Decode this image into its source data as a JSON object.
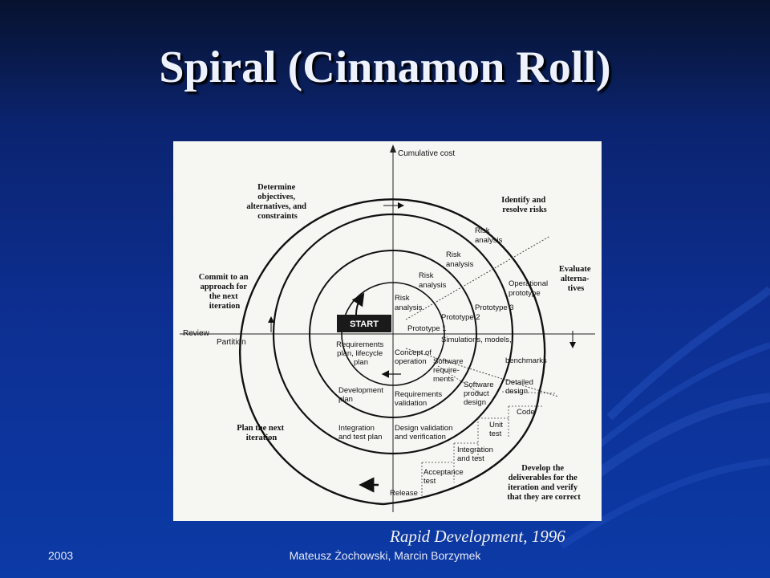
{
  "slide": {
    "title": "Spiral (Cinnamon Roll)",
    "caption": "Rapid Development, 1996",
    "footer_left": "2003",
    "footer_center": "Mateusz Żochowski, Marcin Borzymek"
  },
  "diagram": {
    "axis": {
      "vertical": "Cumulative cost",
      "left": "Review",
      "partition": "Partition"
    },
    "quadrants": {
      "top_left": [
        "Determine",
        "objectives,",
        "alternatives, and",
        "constraints"
      ],
      "top_right": [
        "Identify and",
        "resolve risks"
      ],
      "right": [
        "Evaluate",
        "alterna-",
        "tives"
      ],
      "left": [
        "Commit to an",
        "approach for",
        "the next",
        "iteration"
      ],
      "bottom_left": [
        "Plan the next",
        "iteration"
      ],
      "bottom_right": [
        "Develop the",
        "deliverables for the",
        "iteration and verify",
        "that they are correct"
      ]
    },
    "start": "START",
    "risk": [
      [
        "Risk",
        "analysis"
      ],
      [
        "Risk",
        "analysis"
      ],
      [
        "Risk",
        "analysis"
      ],
      [
        "Risk",
        "analysis"
      ]
    ],
    "prototypes": [
      "Prototype 1",
      "Prototype 2",
      "Prototype 3"
    ],
    "operational": [
      "Operational",
      "prototype"
    ],
    "requirements_plan": [
      "Requirements",
      "plan, lifecycle",
      "plan"
    ],
    "concept": [
      "Concept of",
      "operation"
    ],
    "simulations": "Simulations, models,",
    "benchmarks": "benchmarks",
    "software_req": [
      "Software",
      "require-",
      "ments"
    ],
    "software_product": [
      "Software",
      "product",
      "design"
    ],
    "detailed": [
      "Detailed",
      "design"
    ],
    "code": "Code",
    "unit_test": [
      "Unit",
      "test"
    ],
    "integration_test": [
      "Integration",
      "and test"
    ],
    "acceptance": [
      "Acceptance",
      "test"
    ],
    "release": "Release",
    "dev_plan": [
      "Development",
      "plan"
    ],
    "req_validation": [
      "Requirements",
      "validation"
    ],
    "int_plan": [
      "Integration",
      "and test plan"
    ],
    "design_validation": [
      "Design validation",
      "and verification"
    ]
  }
}
